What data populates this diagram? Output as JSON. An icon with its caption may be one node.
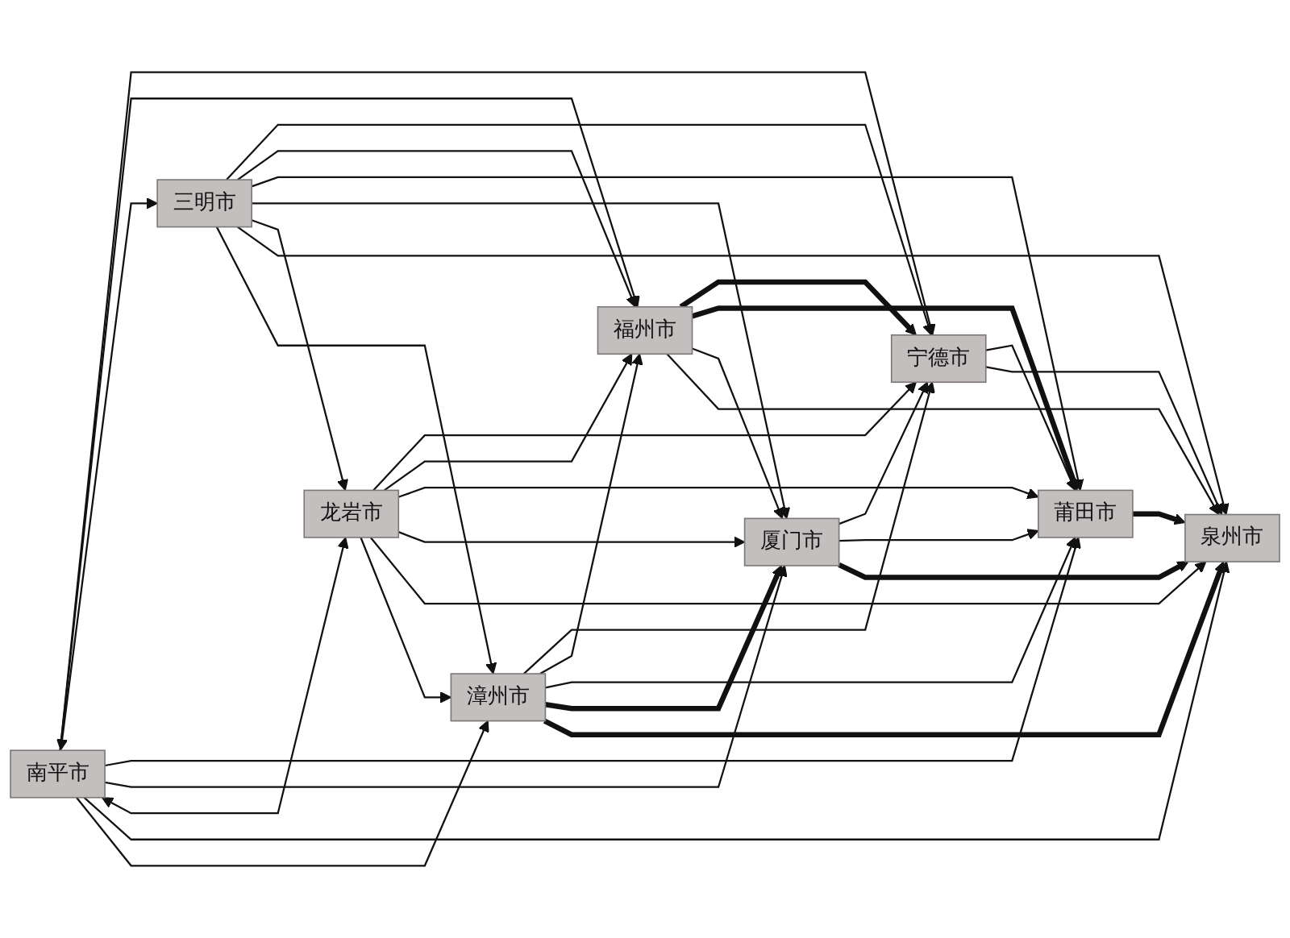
{
  "diagram": {
    "nodes": [
      {
        "text": [
          "南平市"
        ]
      },
      {
        "text": [
          "宁德市"
        ]
      },
      {
        "text": [
          "福州市"
        ]
      },
      {
        "text": [
          "三明市"
        ]
      },
      {
        "text": [
          "莆田市"
        ]
      },
      {
        "text": [
          "厦门市"
        ]
      },
      {
        "text": [
          "龙岩市"
        ]
      },
      {
        "text": [
          "泉州市"
        ]
      },
      {
        "text": [
          "漳州市"
        ]
      }
    ],
    "edges": [
      {
        "from": 0,
        "to": 1,
        "arrow": "to"
      },
      {
        "from": 0,
        "to": 2,
        "arrow": "to"
      },
      {
        "from": 0,
        "to": 3,
        "arrow": "both"
      },
      {
        "from": 0,
        "to": 4,
        "arrow": "to"
      },
      {
        "from": 0,
        "to": 5,
        "arrow": "to"
      },
      {
        "from": 0,
        "to": 6,
        "arrow": "both"
      },
      {
        "from": 0,
        "to": 7,
        "arrow": "to"
      },
      {
        "from": 0,
        "to": 8,
        "arrow": "to"
      },
      {
        "from": 2,
        "to": 1,
        "arrow": "to",
        "style": "thick"
      },
      {
        "from": 3,
        "to": 1,
        "arrow": "to"
      },
      {
        "from": 6,
        "to": 1,
        "arrow": "to"
      },
      {
        "from": 1,
        "to": 4,
        "arrow": "to"
      },
      {
        "from": 5,
        "to": 1,
        "arrow": "to"
      },
      {
        "from": 1,
        "to": 7,
        "arrow": "to"
      },
      {
        "from": 8,
        "to": 1,
        "arrow": "to"
      },
      {
        "from": 3,
        "to": 2,
        "arrow": "to"
      },
      {
        "from": 2,
        "to": 4,
        "arrow": "to",
        "style": "thick"
      },
      {
        "from": 2,
        "to": 5,
        "arrow": "to"
      },
      {
        "from": 6,
        "to": 2,
        "arrow": "to"
      },
      {
        "from": 2,
        "to": 7,
        "arrow": "to"
      },
      {
        "from": 8,
        "to": 2,
        "arrow": "to"
      },
      {
        "from": 3,
        "to": 4,
        "arrow": "to"
      },
      {
        "from": 3,
        "to": 5,
        "arrow": "to"
      },
      {
        "from": 3,
        "to": 6,
        "arrow": "to"
      },
      {
        "from": 3,
        "to": 7,
        "arrow": "to"
      },
      {
        "from": 3,
        "to": 8,
        "arrow": "to"
      },
      {
        "from": 5,
        "to": 4,
        "arrow": "to"
      },
      {
        "from": 6,
        "to": 4,
        "arrow": "to"
      },
      {
        "from": 4,
        "to": 7,
        "arrow": "to",
        "style": "thick"
      },
      {
        "from": 8,
        "to": 4,
        "arrow": "to"
      },
      {
        "from": 6,
        "to": 5,
        "arrow": "to"
      },
      {
        "from": 5,
        "to": 7,
        "arrow": "to",
        "style": "thick"
      },
      {
        "from": 8,
        "to": 5,
        "arrow": "to",
        "style": "thick"
      },
      {
        "from": 6,
        "to": 7,
        "arrow": "to"
      },
      {
        "from": 6,
        "to": 8,
        "arrow": "to"
      },
      {
        "from": 8,
        "to": 7,
        "arrow": "to",
        "style": "thick"
      }
    ]
  }
}
